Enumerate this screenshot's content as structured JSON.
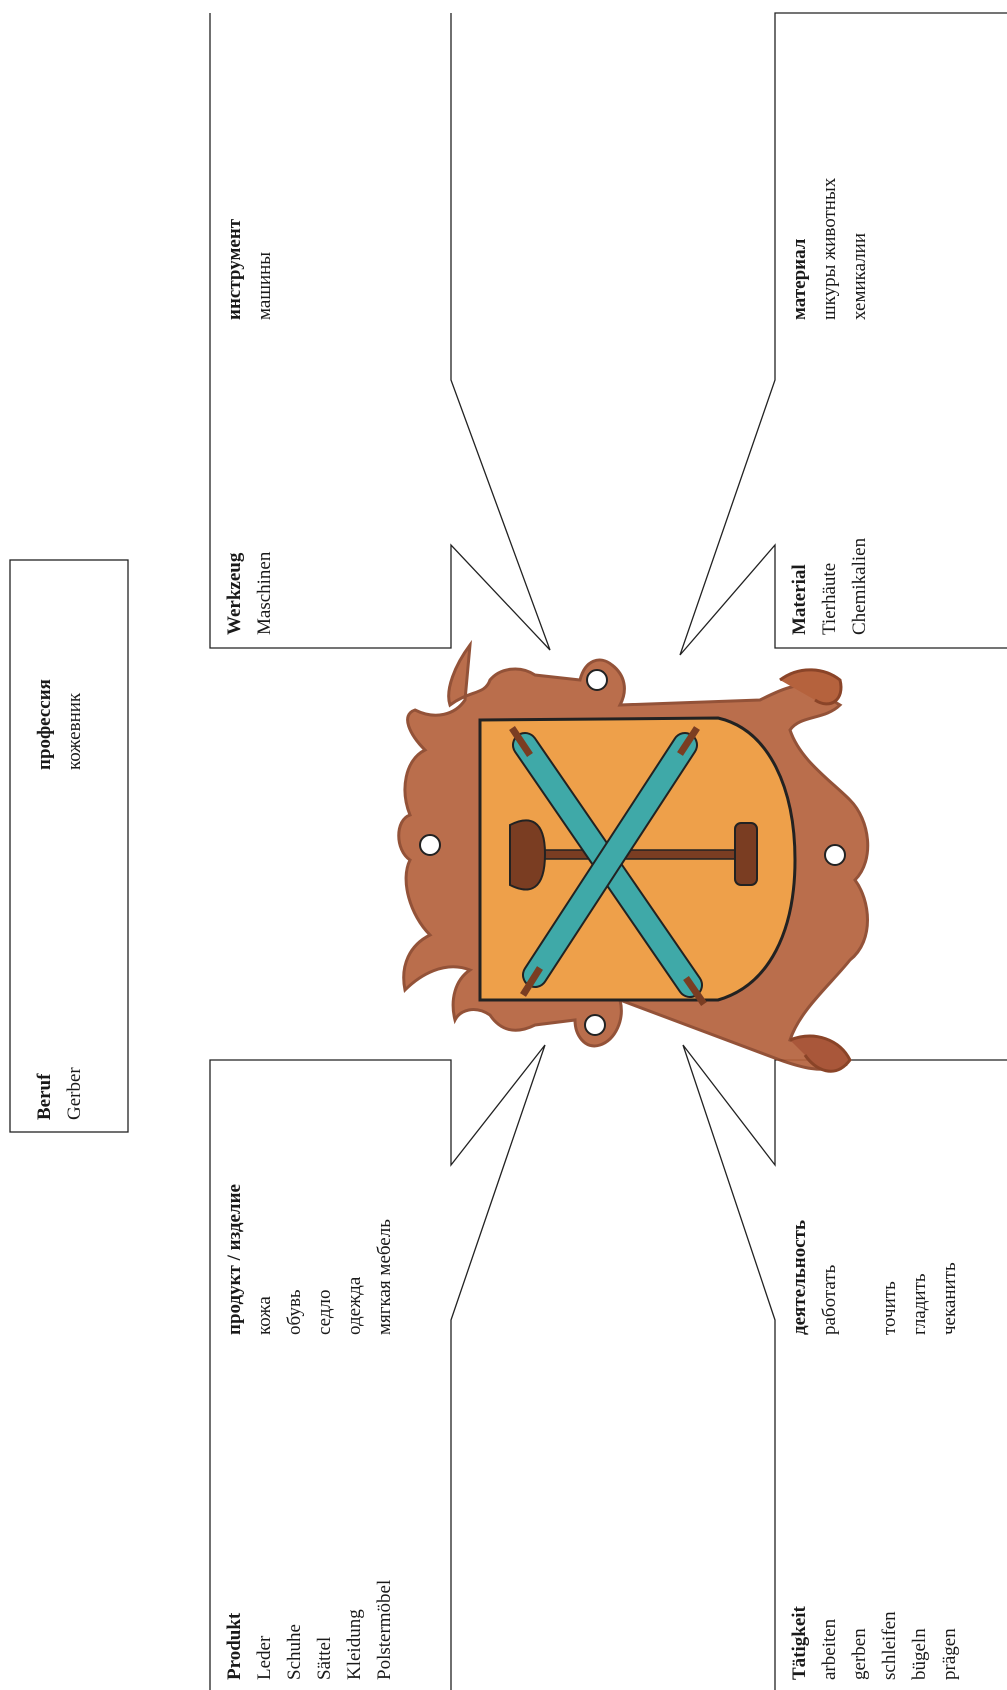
{
  "beruf": {
    "de_title": "Beruf",
    "de_value": "Gerber",
    "ru_title": "профессия",
    "ru_value": "кожевник"
  },
  "werkzeug": {
    "de_title": "Werkzeug",
    "de_items": [
      "Maschinen"
    ],
    "ru_title": "инструмент",
    "ru_items": [
      "машины"
    ]
  },
  "material": {
    "de_title": "Material",
    "de_items": [
      "Tierhäute",
      "Chemikalien"
    ],
    "ru_title": "материал",
    "ru_items": [
      "шкуры животных",
      "хемикалии"
    ]
  },
  "produkt": {
    "de_title": "Produkt",
    "de_items": [
      "Leder",
      "Schuhe",
      "Sättel",
      "Kleidung",
      "Polstermöbel"
    ],
    "ru_title": "продукт / изделие",
    "ru_items": [
      "кожа",
      "обувь",
      "седло",
      "одежда",
      "мягкая мебель"
    ]
  },
  "taetigkeit": {
    "de_title": "Tätigkeit",
    "de_items": [
      "arbeiten",
      "gerben",
      "schleifen",
      "bügeln",
      "prägen"
    ],
    "ru_title": "деятельность",
    "ru_items": [
      "работать",
      "",
      "точить",
      "гладить",
      "чеканить"
    ]
  },
  "colors": {
    "frame": "#b5623d",
    "frame_dark": "#8a4428",
    "shield": "#eea04a",
    "roller": "#3fa9a8",
    "handle": "#7a3d22",
    "outline": "#222222"
  }
}
